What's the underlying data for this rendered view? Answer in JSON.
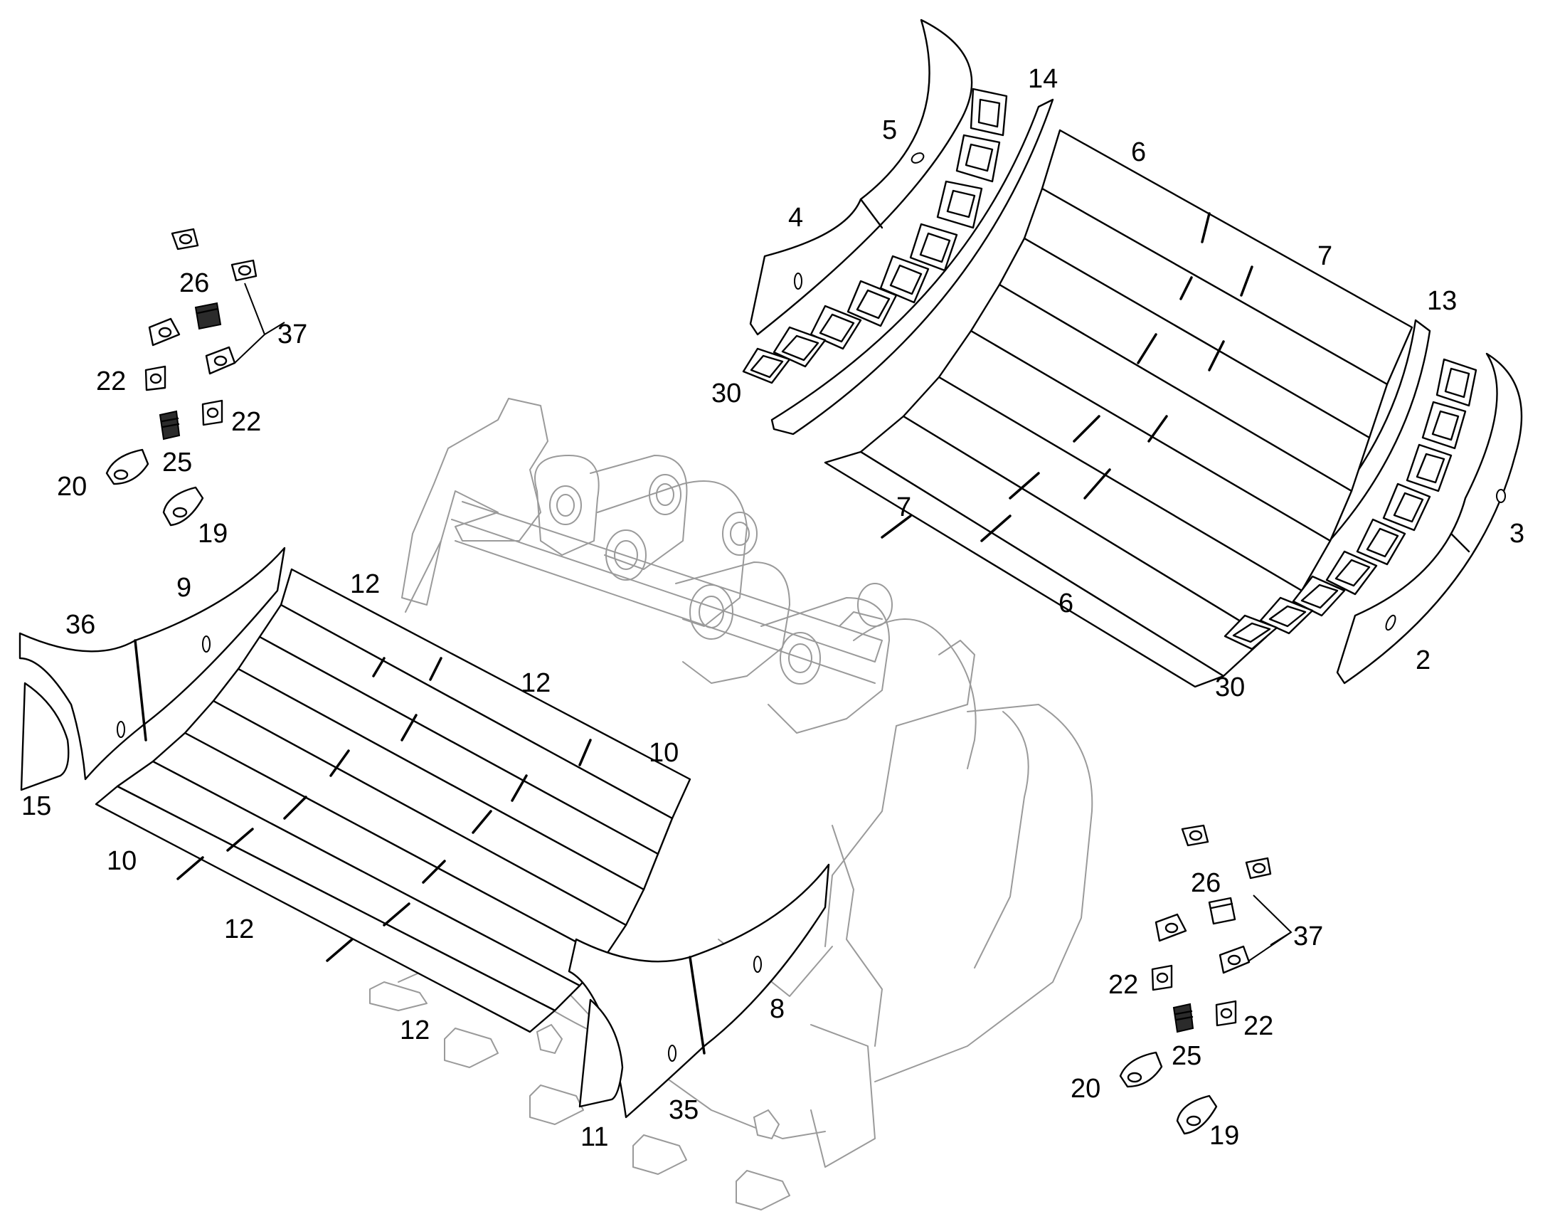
{
  "callouts": {
    "c2": "2",
    "c3": "3",
    "c4": "4",
    "c5": "5",
    "c6a": "6",
    "c6b": "6",
    "c7a": "7",
    "c7b": "7",
    "c8": "8",
    "c9": "9",
    "c10a": "10",
    "c10b": "10",
    "c11": "11",
    "c12a": "12",
    "c12b": "12",
    "c12c": "12",
    "c12d": "12",
    "c13": "13",
    "c14": "14",
    "c15": "15",
    "c19a": "19",
    "c19b": "19",
    "c20a": "20",
    "c20b": "20",
    "c22a": "22",
    "c22b": "22",
    "c22c": "22",
    "c22d": "22",
    "c25a": "25",
    "c25b": "25",
    "c26a": "26",
    "c26b": "26",
    "c30a": "30",
    "c30b": "30",
    "c35": "35",
    "c36": "36",
    "c37a": "37",
    "c37b": "37"
  },
  "colors": {
    "ink": "#000000",
    "ghost": "#9a9a9a",
    "paper": "#ffffff"
  },
  "icons": [
    "bucket-outline",
    "wear-plate",
    "wear-button",
    "tooth-adapter",
    "retainer-pin"
  ]
}
